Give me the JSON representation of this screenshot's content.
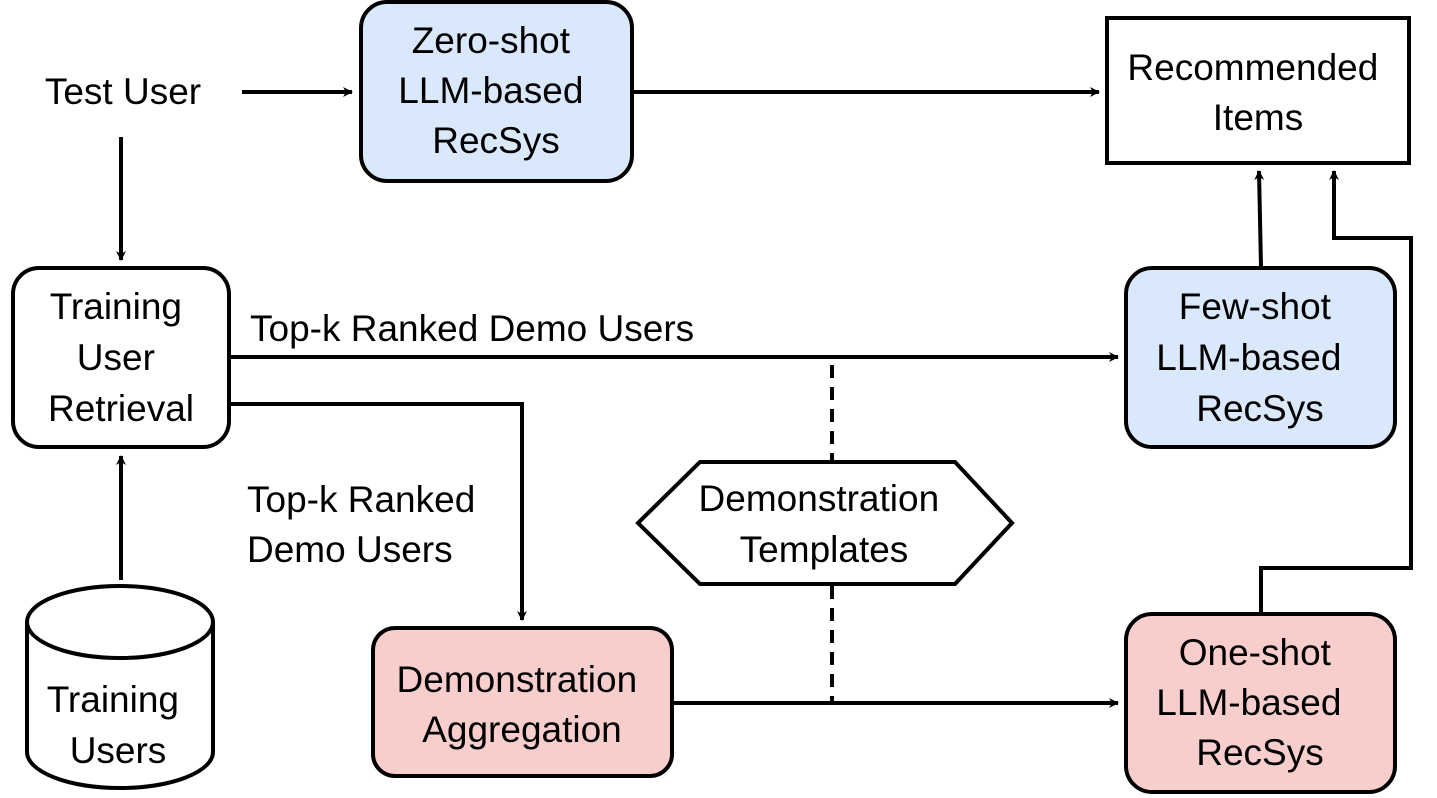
{
  "colors": {
    "stroke": "#000000",
    "blue_fill": "#dae8fc",
    "red_fill": "#f8cecc",
    "white_fill": "#ffffff"
  },
  "nodes": {
    "test_user": {
      "line1": "Test User"
    },
    "zero_shot": {
      "line1": "Zero-shot",
      "line2": "LLM-based",
      "line3": "RecSys"
    },
    "recommended": {
      "line1": "Recommended",
      "line2": "Items"
    },
    "retrieval": {
      "line1": "Training",
      "line2": "User",
      "line3": "Retrieval"
    },
    "few_shot": {
      "line1": "Few-shot",
      "line2": "LLM-based",
      "line3": "RecSys"
    },
    "templates": {
      "line1": "Demonstration",
      "line2": "Templates"
    },
    "training_users": {
      "line1": "Training",
      "line2": "Users"
    },
    "aggregation": {
      "line1": "Demonstration",
      "line2": "Aggregation"
    },
    "one_shot": {
      "line1": "One-shot",
      "line2": "LLM-based",
      "line3": "RecSys"
    }
  },
  "edge_labels": {
    "top_k_upper": "Top-k Ranked Demo Users",
    "top_k_lower_line1": "Top-k Ranked",
    "top_k_lower_line2": "Demo Users"
  }
}
